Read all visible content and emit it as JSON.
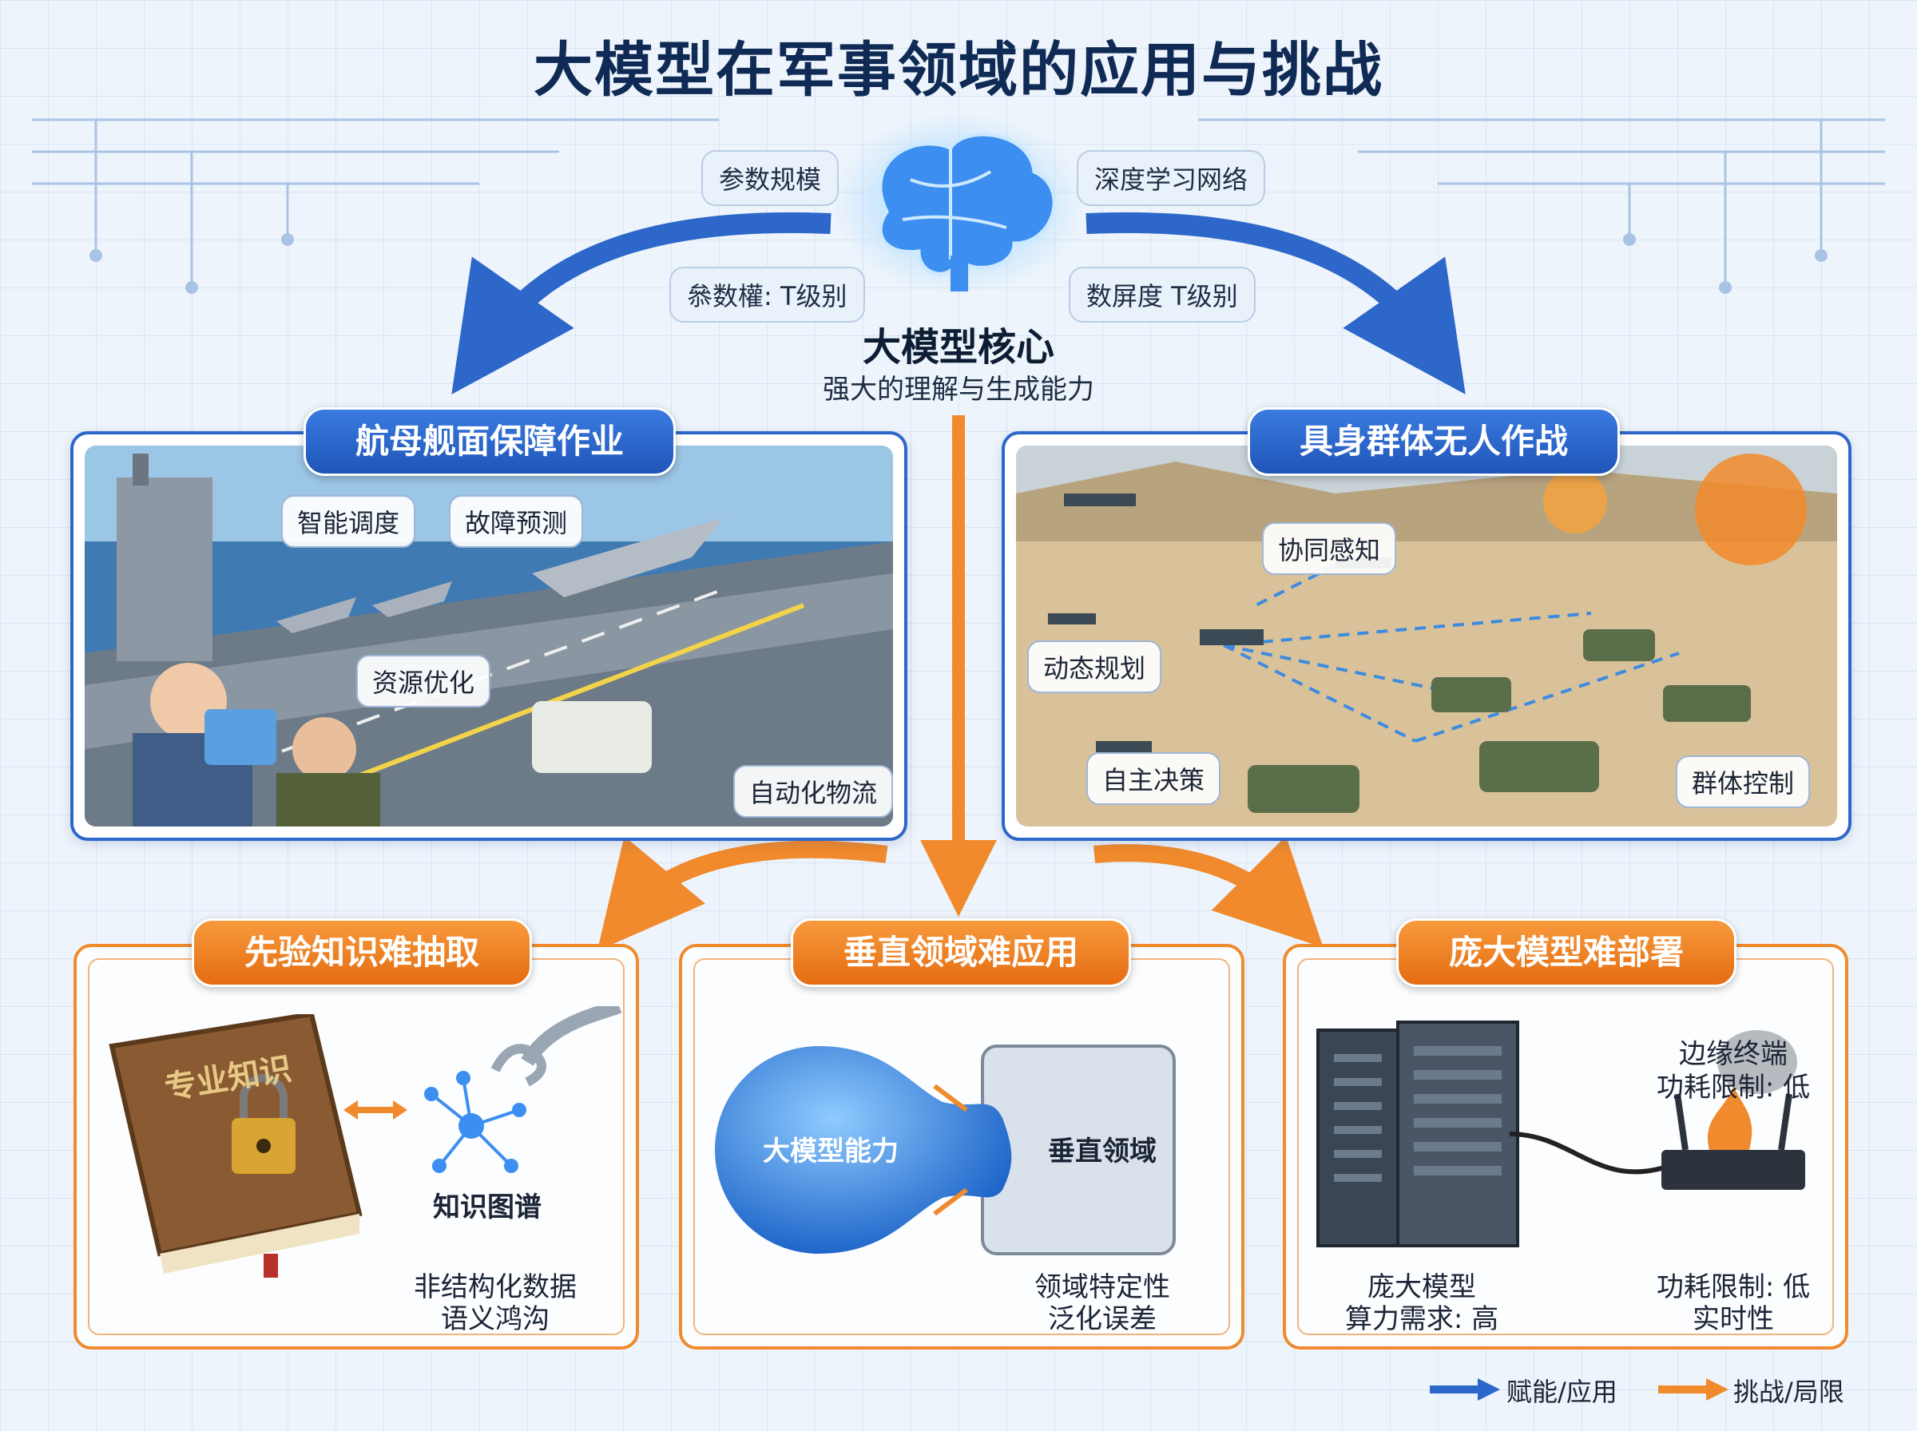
{
  "title": "大模型在军事领域的应用与挑战",
  "core": {
    "pills": [
      "参数规模",
      "深度学习网络",
      "叅数權: T级别",
      "数屏度 T级别"
    ],
    "title": "大模型核心",
    "subtitle": "强大的理解与生成能力"
  },
  "left_panel": {
    "banner": "航母舰面保障作业",
    "tags": [
      "智能调度",
      "故障预测",
      "资源优化",
      "自动化物流"
    ]
  },
  "right_panel": {
    "banner": "具身群体无人作战",
    "tags": [
      "协同感知",
      "动态规划",
      "自主决策",
      "群体控制"
    ]
  },
  "challenge1": {
    "banner": "先验知识难抽取",
    "book_label": "专业知识",
    "graph_label": "知识图谱",
    "caption": [
      "非结构化数据",
      "语义鸿沟"
    ]
  },
  "challenge2": {
    "banner": "垂直领域难应用",
    "sphere_label": "大模型能力",
    "block_label": "垂直领域",
    "caption": [
      "领域特定性",
      "泛化误差"
    ]
  },
  "challenge3": {
    "banner": "庞大模型难部署",
    "edge_label": [
      "边缘终端",
      "功耗限制: 低"
    ],
    "server_caption": [
      "庞大模型",
      "算力需求: 高"
    ],
    "edge_caption": [
      "功耗限制: 低",
      "实时性"
    ]
  },
  "legend": {
    "blue_label": "赋能/应用",
    "orange_label": "挑战/局限"
  },
  "colors": {
    "blue": "#2c67c9",
    "orange": "#f08a2c"
  }
}
